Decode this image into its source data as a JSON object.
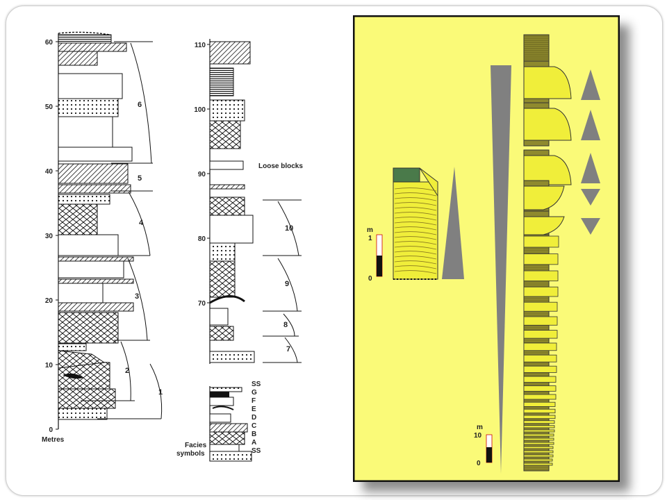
{
  "left_log": {
    "depth_unit": "Metres",
    "column1_ticks": [
      "0",
      "10",
      "20",
      "30",
      "40",
      "50",
      "60"
    ],
    "column2_ticks": [
      "70",
      "80",
      "90",
      "100",
      "110"
    ],
    "cycle_numbers": [
      "1",
      "2",
      "3",
      "4",
      "5",
      "6",
      "7",
      "8",
      "9",
      "10"
    ],
    "annotation": "Loose blocks",
    "facies_title_line1": "Facies",
    "facies_title_line2": "symbols",
    "facies_codes": [
      "SS",
      "G",
      "F",
      "E",
      "D",
      "C",
      "B",
      "A",
      "SS"
    ]
  },
  "right_panel": {
    "colors": {
      "background": "#fafa78",
      "sand": "#f0ee3a",
      "mud": "#8f8a2e",
      "wedge": "#808080",
      "cap": "#4a7a4a",
      "border": "#111111"
    },
    "small_scale": {
      "unit": "m",
      "top": "1",
      "bottom": "0"
    },
    "large_scale": {
      "unit": "m",
      "top": "10",
      "bottom": "0"
    },
    "triangles": [
      "up",
      "up",
      "up",
      "down",
      "down"
    ]
  }
}
